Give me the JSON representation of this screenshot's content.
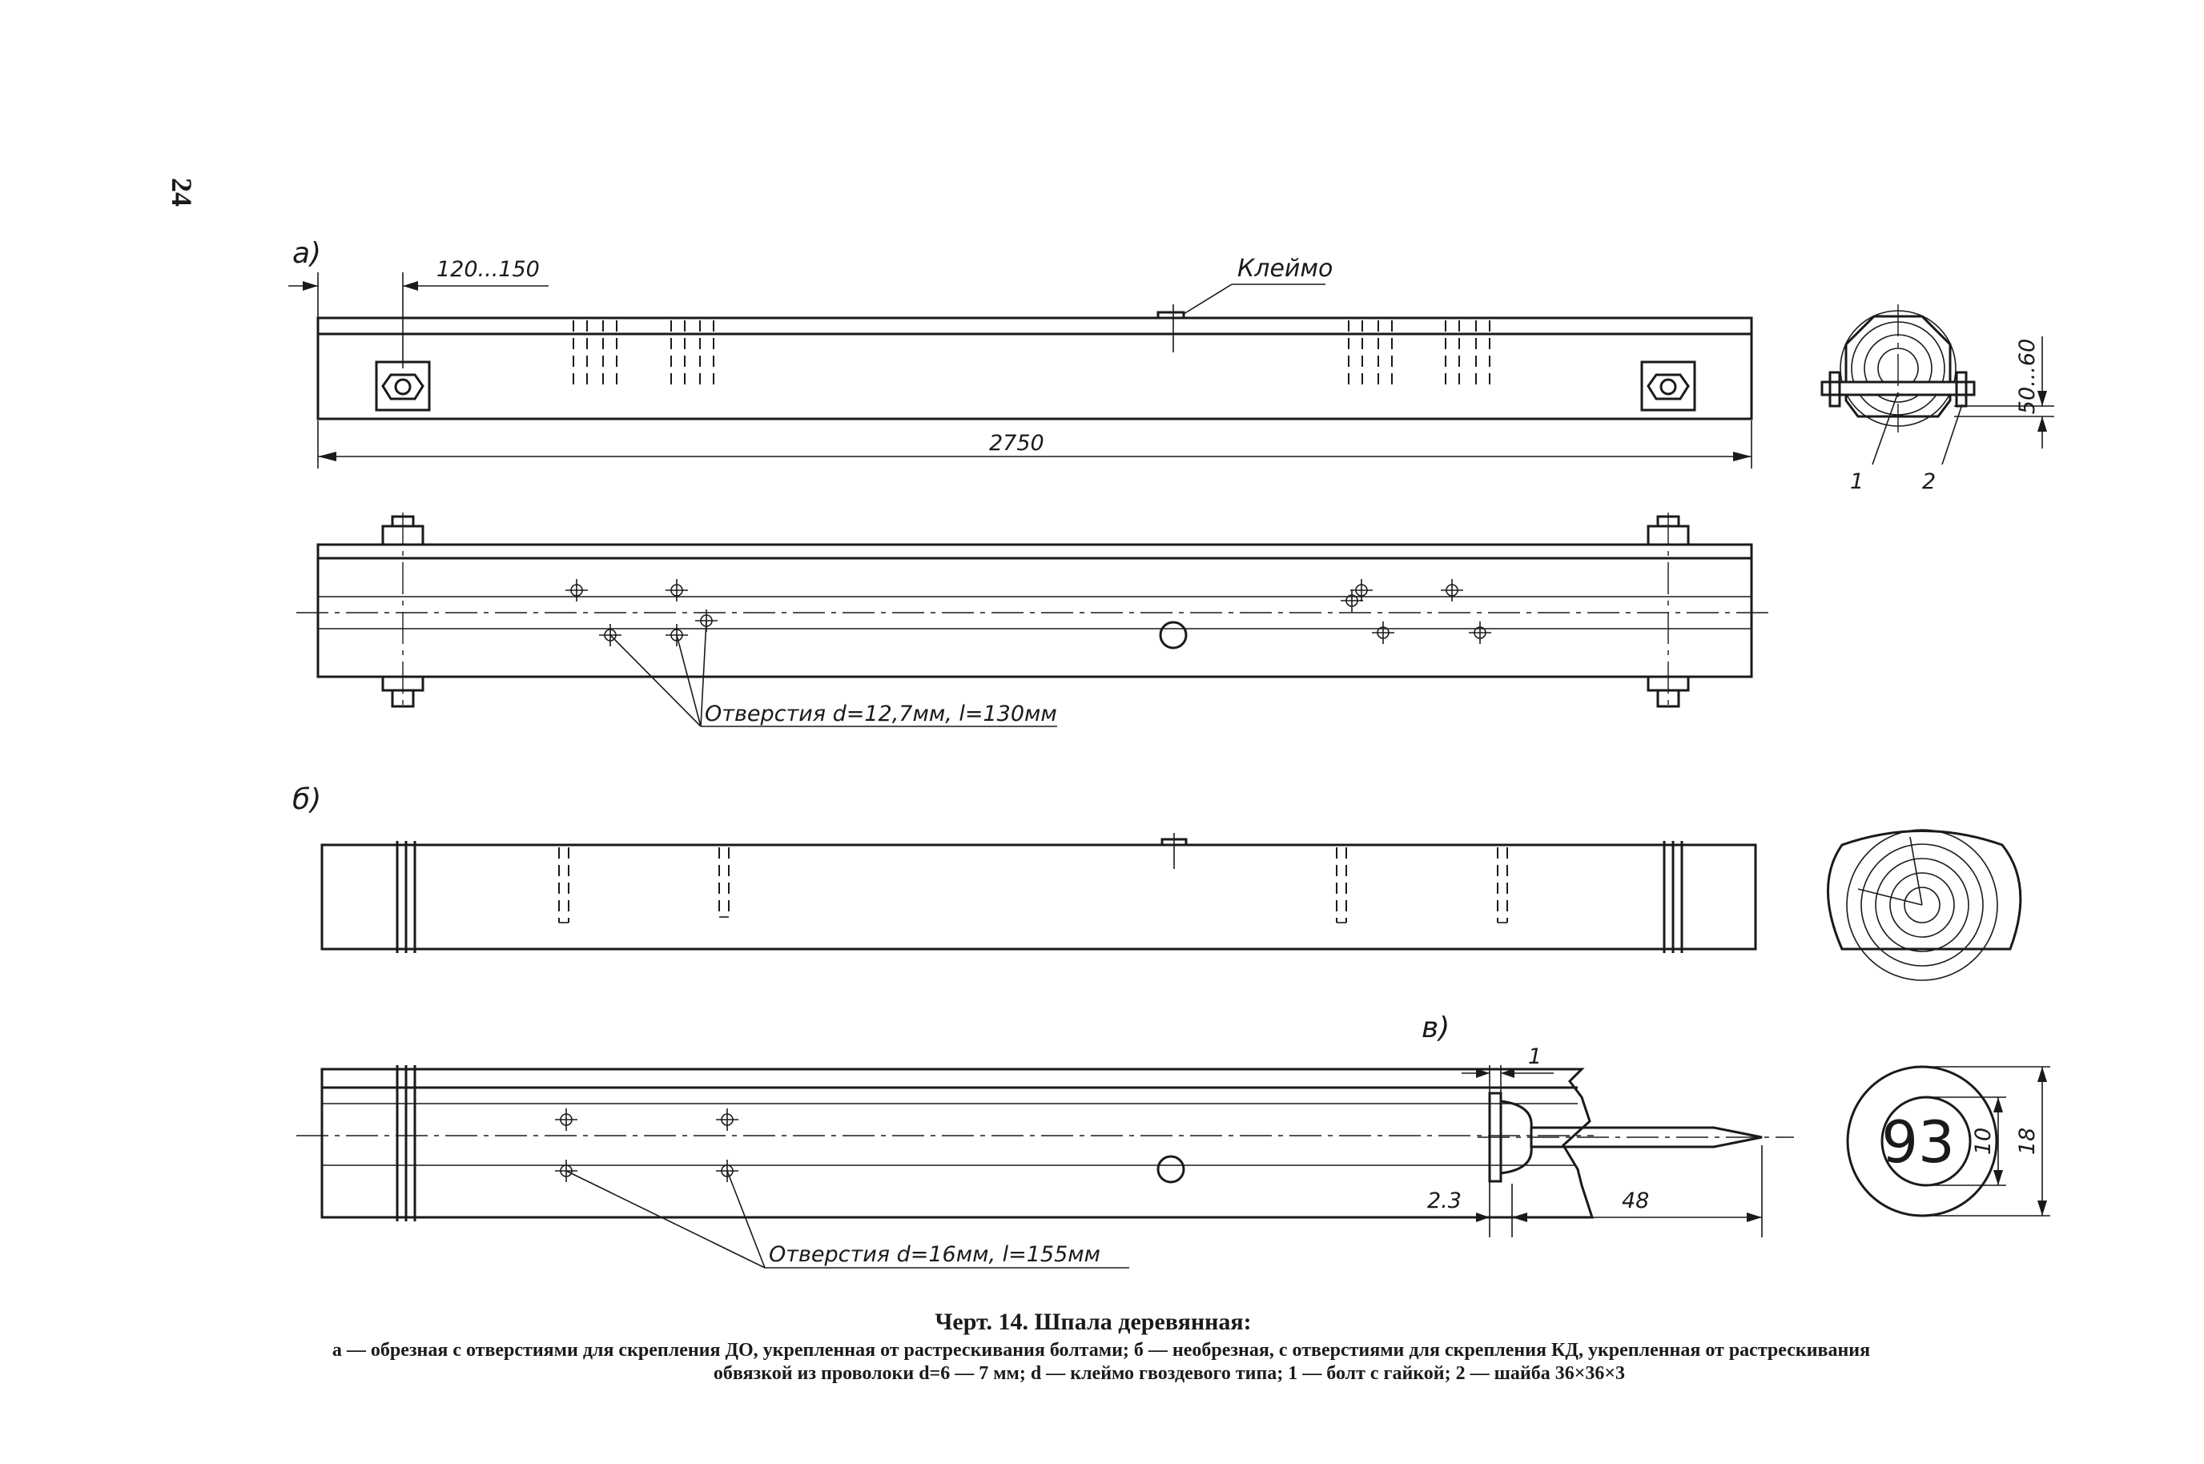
{
  "page_number": "24",
  "figure": {
    "labels": {
      "a": "а)",
      "b": "б)",
      "v": "в)"
    },
    "dimensions": {
      "end_offset": "120...150",
      "length": "2750",
      "section_height": "50...60",
      "nail_head_thickness": "1",
      "nail_head_spacing": "2.3",
      "nail_length": "48",
      "stamp_inner": "10",
      "stamp_outer": "18"
    },
    "callouts": {
      "stamp": "Клеймо",
      "holes_a": "Отверстия d=12,7мм, l=130мм",
      "holes_b": "Отверстия d=16мм, l=155мм",
      "part_1": "1",
      "part_2": "2"
    },
    "stamp_number": "93"
  },
  "caption": {
    "title": "Черт. 14. Шпала деревянная:",
    "line1": "а — обрезная с отверстиями для скрепления ДО, укрепленная от растрескивания болтами; б — необрезная, с отверстиями для скрепления КД, укрепленная от растрескивания",
    "line2": "обвязкой из проволоки d=6 — 7 мм; d — клеймо гвоздевого типа; 1 — болт с гайкой; 2 — шайба 36×36×3"
  }
}
